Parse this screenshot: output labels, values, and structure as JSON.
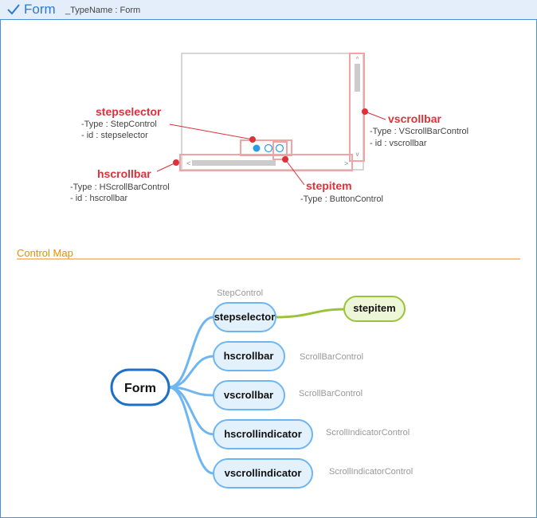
{
  "header": {
    "title": "Form",
    "subtitle": "_TypeName : Form"
  },
  "callouts": {
    "stepselector": {
      "title": "stepselector",
      "type": "-Type : StepControl",
      "id": "- id : stepselector"
    },
    "hscrollbar": {
      "title": "hscrollbar",
      "type": "-Type : HScrollBarControl",
      "id": "- id : hscrollbar"
    },
    "vscrollbar": {
      "title": "vscrollbar",
      "type": "-Type : VScrollBarControl",
      "id": "- id : vscrollbar"
    },
    "stepitem": {
      "title": "stepitem",
      "type": "-Type : ButtonControl"
    }
  },
  "control_map": {
    "section_title": "Control Map",
    "root": "Form",
    "children": [
      {
        "label": "stepselector",
        "type": "StepControl",
        "child": "stepitem"
      },
      {
        "label": "hscrollbar",
        "type": "ScrollBarControl"
      },
      {
        "label": "vscrollbar",
        "type": "ScrollBarControl"
      },
      {
        "label": "hscrollindicator",
        "type": "ScrollIndicatorControl"
      },
      {
        "label": "vscrollindicator",
        "type": "ScrollIndicatorControl"
      }
    ]
  },
  "colors": {
    "accent_blue": "#2a7ad8",
    "callout_red": "#e0303a",
    "section_orange": "#f08c00",
    "node_border": "#6eb6f2",
    "node_fill": "#e3f1fd",
    "leaf_border": "#9cc23a",
    "leaf_fill": "#eef6d8"
  }
}
